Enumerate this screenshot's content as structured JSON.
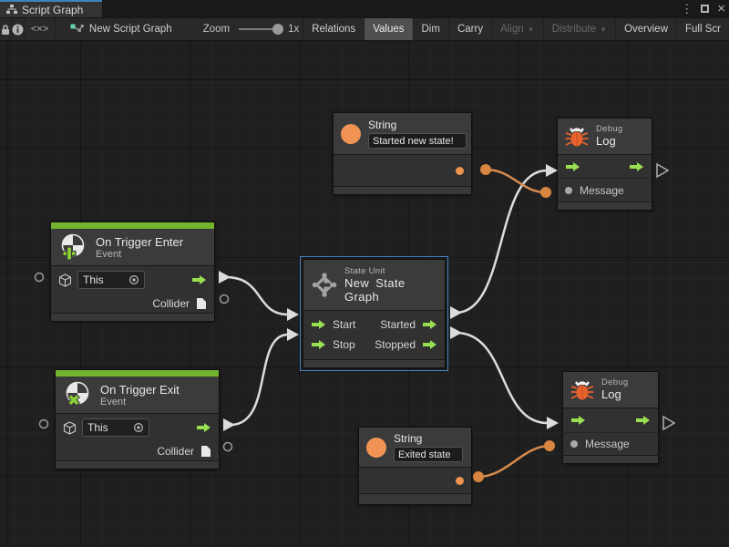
{
  "titlebar": {
    "tab_label": "Script Graph",
    "more_icon": "⋮",
    "close_icon": "×"
  },
  "toolbar": {
    "code_icon_label": "<×>",
    "graph_name": "New Script Graph",
    "zoom_label": "Zoom",
    "zoom_value": "1x",
    "relations": "Relations",
    "values": "Values",
    "dim": "Dim",
    "carry": "Carry",
    "align": "Align",
    "distribute": "Distribute",
    "overview": "Overview",
    "fullscreen": "Full Scr",
    "caret": "▼"
  },
  "nodes": {
    "string_top": {
      "title": "String",
      "value": "Started new state!"
    },
    "debug_top": {
      "caption": "Debug",
      "title": "Log",
      "message_label": "Message"
    },
    "trigger_enter": {
      "title": "On Trigger Enter",
      "subtitle": "Event",
      "target": "This",
      "collider_label": "Collider"
    },
    "state_unit": {
      "caption": "State Unit",
      "title": "New State Graph",
      "rows": [
        {
          "in": "Start",
          "out": "Started"
        },
        {
          "in": "Stop",
          "out": "Stopped"
        }
      ]
    },
    "trigger_exit": {
      "title": "On Trigger Exit",
      "subtitle": "Event",
      "target": "This",
      "collider_label": "Collider"
    },
    "string_bottom": {
      "title": "String",
      "value": "Exited state"
    },
    "debug_bottom": {
      "caption": "Debug",
      "title": "Log",
      "message_label": "Message"
    }
  },
  "colors": {
    "event_green": "#74b42e",
    "flow_green": "#98e052",
    "value_orange": "#ef9350",
    "wire_orange": "#d78b4d",
    "wire_white": "#dcdcdc",
    "selection_blue": "#4884c4",
    "tab_accent_blue": "#3f80c0",
    "bug_orange": "#e8622c"
  },
  "icons": [
    "graph-tab-icon",
    "lock-icon",
    "info-icon",
    "code-icon",
    "script-graph-icon",
    "bug-icon",
    "collision-enter-icon",
    "collision-exit-icon",
    "cube-icon",
    "target-icon",
    "file-icon",
    "state-unit-icon",
    "flow-arrow-icon"
  ]
}
